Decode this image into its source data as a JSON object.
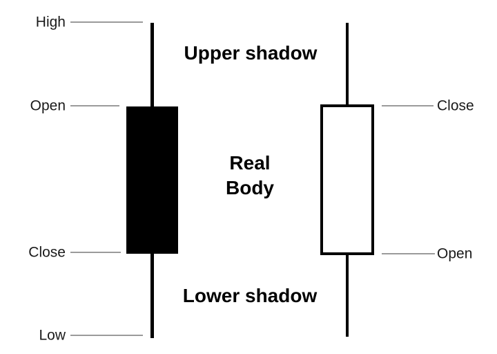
{
  "colors": {
    "candle": "#000000",
    "leader_line": "#9a9a9a",
    "text": "#1a1a1a",
    "background": "#ffffff"
  },
  "annotations": {
    "upper_shadow": "Upper shadow",
    "real_body_line1": "Real",
    "real_body_line2": "Body",
    "lower_shadow": "Lower shadow"
  },
  "left_candle": {
    "fill": "#000000",
    "labels": {
      "high": "High",
      "open": "Open",
      "close": "Close",
      "low": "Low"
    }
  },
  "right_candle": {
    "fill": "#ffffff",
    "labels": {
      "close": "Close",
      "open": "Open"
    }
  }
}
